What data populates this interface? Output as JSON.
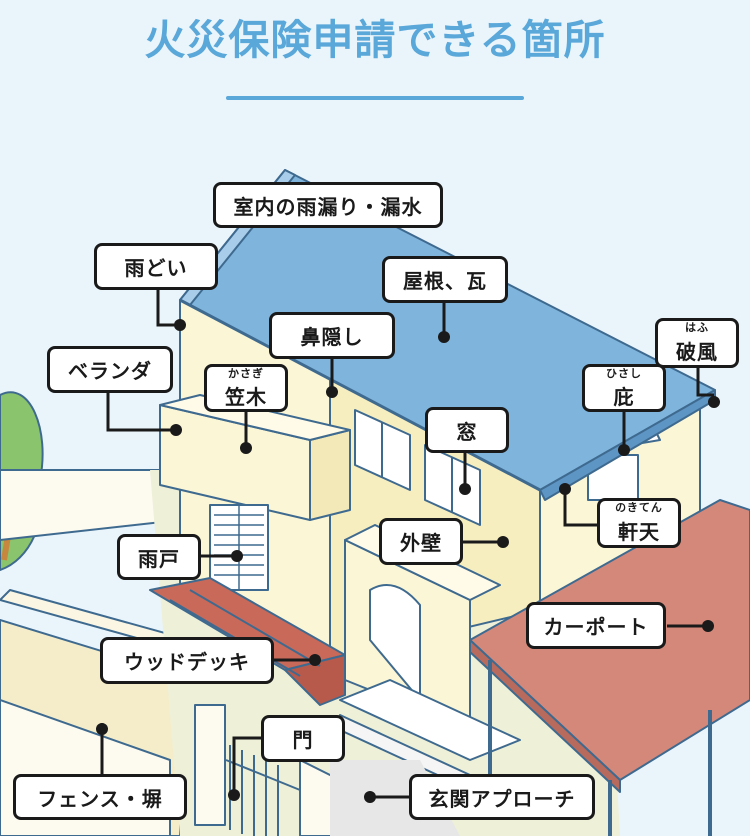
{
  "title": "火災保険申請できる箇所",
  "labels": {
    "indoor_leak": "室内の雨漏り・漏水",
    "gutter": "雨どい",
    "roof": "屋根、瓦",
    "eave_board": "破風",
    "eave_board_ruby": "はふ",
    "veranda": "ベランダ",
    "coping": "笠木",
    "coping_ruby": "かさぎ",
    "nose_cover": "鼻隠し",
    "canopy": "庇",
    "canopy_ruby": "ひさし",
    "window": "窓",
    "soffit": "軒天",
    "soffit_ruby": "のきてん",
    "exterior_wall": "外壁",
    "storm_shutter": "雨戸",
    "carport": "カーポート",
    "wood_deck": "ウッドデッキ",
    "gate": "門",
    "fence": "フェンス・塀",
    "entrance": "玄関アプローチ"
  },
  "colors": {
    "accent": "#5aa7d9",
    "roof": "#7fb4dc",
    "wall": "#fbf6d6",
    "carport": "#d4887a",
    "deck": "#c9695a",
    "outline": "#3f6a8f",
    "background": "#eaf5fb"
  }
}
